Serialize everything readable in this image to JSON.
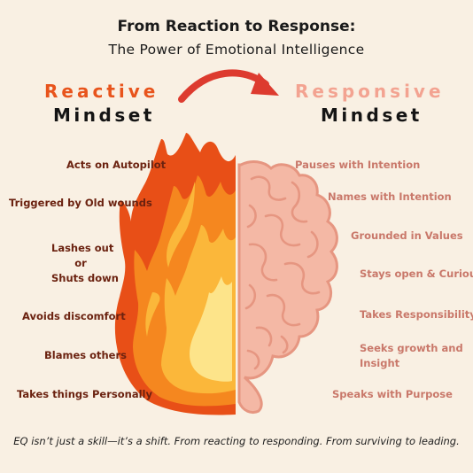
{
  "title": "From Reaction to Response:",
  "subtitle": "The Power of Emotional Intelligence",
  "colors": {
    "background": "#f9f0e3",
    "reactive": "#e8541c",
    "responsive": "#f3a391",
    "brain": "#f4b8a5",
    "brain_outline": "#e69681"
  },
  "left": {
    "heading_colored": "Reactive",
    "heading_dark": "Mindset",
    "labels": [
      "Acts on Autopilot",
      "Triggered by Old wounds",
      "Lashes out",
      "or",
      "Shuts down",
      "Avoids discomfort",
      "Blames others",
      "Takes things Personally"
    ]
  },
  "right": {
    "heading_colored": "Responsive",
    "heading_dark": "Mindset",
    "labels": [
      "Pauses with Intention",
      "Names with Intention",
      "Grounded in Values",
      "Stays open & Curious",
      "Takes Responsibility",
      "Seeks growth and",
      "Insight",
      "Speaks with Purpose"
    ]
  },
  "footer": "EQ isn’t just a skill—it’s a shift. From reacting to responding. From surviving to leading.",
  "icons": {
    "arrow": "curved-arrow-icon",
    "flame": "flame-icon",
    "brain": "brain-icon"
  }
}
